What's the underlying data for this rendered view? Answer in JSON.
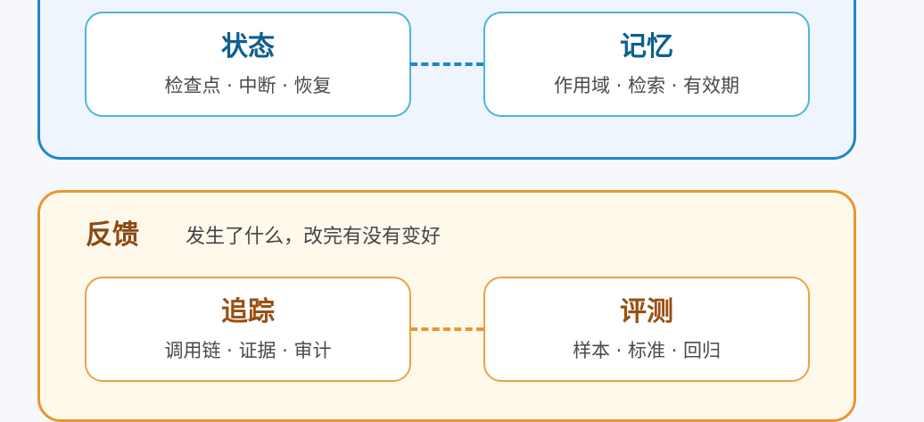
{
  "top_group": {
    "cards": [
      {
        "title": "状态",
        "subtitle": "检查点 · 中断 · 恢复"
      },
      {
        "title": "记忆",
        "subtitle": "作用域 · 检索 · 有效期"
      }
    ]
  },
  "feedback_group": {
    "title": "反馈",
    "subtitle": "发生了什么，改完有没有变好",
    "cards": [
      {
        "title": "追踪",
        "subtitle": "调用链 · 证据 · 审计"
      },
      {
        "title": "评测",
        "subtitle": "样本 · 标准 · 回归"
      }
    ]
  },
  "colors": {
    "blue_accent": "#1f87c6",
    "orange_accent": "#e9962e",
    "blue_bg": "#eef5fd",
    "orange_bg": "#fff9ec"
  }
}
